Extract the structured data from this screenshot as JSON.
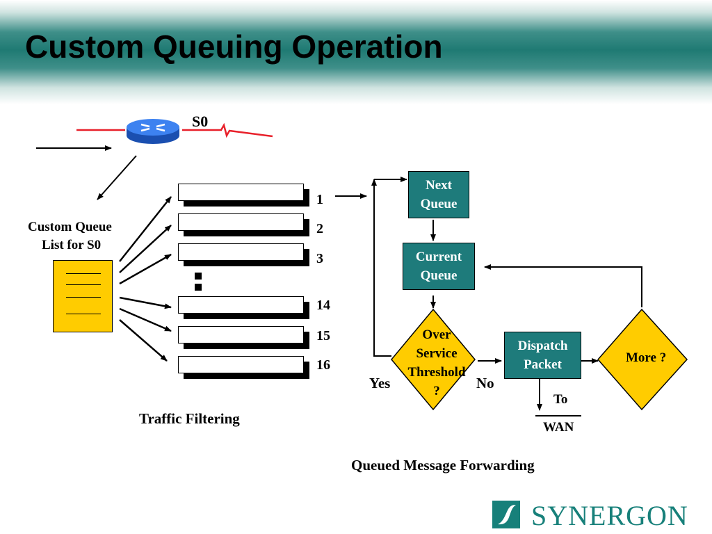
{
  "title": "Custom Queuing Operation",
  "router": {
    "interface_label": "S0"
  },
  "queue_list": {
    "label_line1": "Custom Queue",
    "label_line2": "List for S0"
  },
  "queues": [
    "1",
    "2",
    "3",
    "14",
    "15",
    "16"
  ],
  "filter_label": "Traffic Filtering",
  "flow": {
    "next_queue": [
      "Next",
      "Queue"
    ],
    "current_queue": [
      "Current",
      "Queue"
    ],
    "threshold": [
      "Over",
      "Service",
      "Threshold",
      "?"
    ],
    "dispatch": [
      "Dispatch",
      "Packet"
    ],
    "more": "More ?",
    "yes": "Yes",
    "no": "No",
    "to": "To",
    "wan": "WAN"
  },
  "forwarding_label": "Queued Message Forwarding",
  "logo_text": "SYNERGON",
  "colors": {
    "box_fill": "#1e7b7b",
    "diamond_fill": "#ffcc00",
    "list_fill": "#ffcc00",
    "link_red": "#e8202a",
    "router_blue": "#2a6ee6",
    "logo": "#17807a"
  }
}
